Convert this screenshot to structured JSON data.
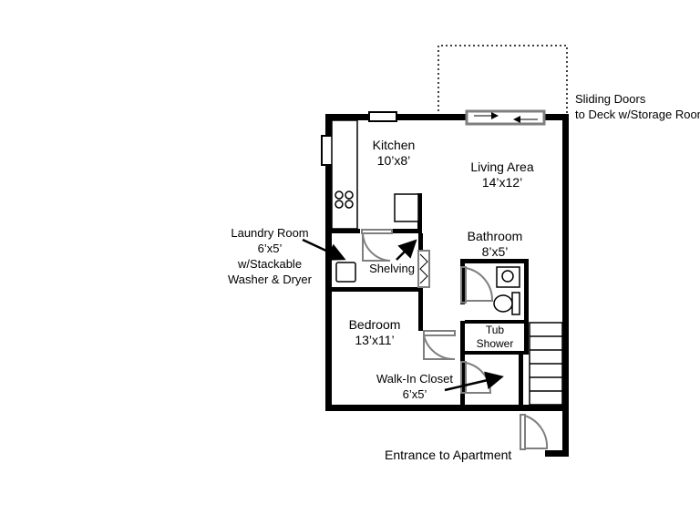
{
  "rooms": {
    "kitchen": {
      "name": "Kitchen",
      "size": "10’x8’"
    },
    "living": {
      "name": "Living Area",
      "size": "14’x12’"
    },
    "bathroom": {
      "name": "Bathroom",
      "size": "8’x5’"
    },
    "laundry": {
      "line1": "Laundry Room",
      "line2": "6’x5’",
      "line3": "w/Stackable",
      "line4": "Washer & Dryer"
    },
    "bedroom": {
      "name": "Bedroom",
      "size": "13’x11’"
    },
    "closet": {
      "name": "Walk-In Closet",
      "size": "6’x5’"
    },
    "shelving": "Shelving",
    "tub": {
      "line1": "Tub",
      "line2": "Shower"
    }
  },
  "annotations": {
    "sliding_line1": "Sliding Doors",
    "sliding_line2": "to Deck w/Storage Room",
    "entrance": "Entrance to Apartment"
  },
  "colors": {
    "wall": "#000000",
    "door": "#7f7f7f",
    "background": "#ffffff"
  }
}
